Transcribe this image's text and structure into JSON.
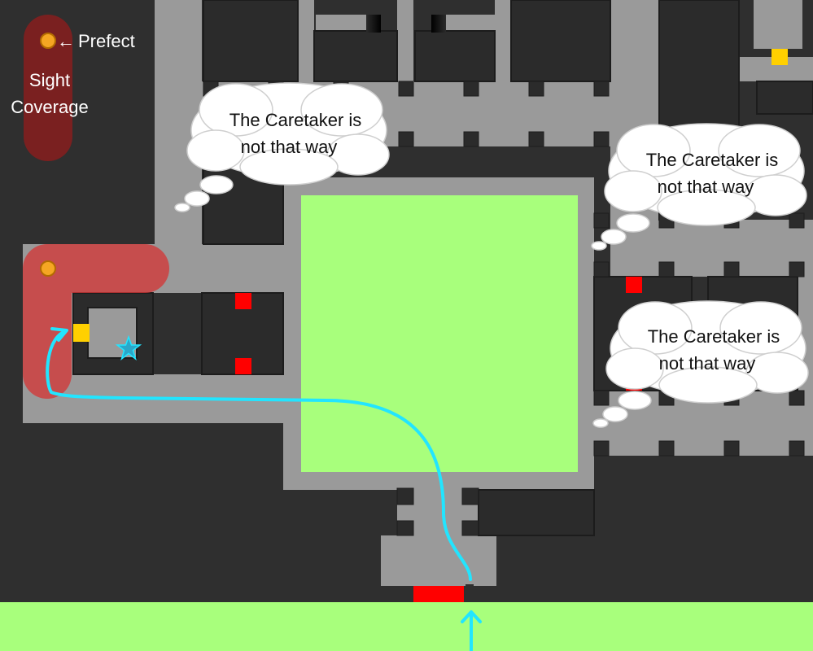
{
  "legend": {
    "prefect_label": "Prefect",
    "coverage_label_line1": "Sight",
    "coverage_label_line2": "Coverage"
  },
  "thought_bubbles": [
    {
      "line1": "The Caretaker is",
      "line2": "not that way"
    },
    {
      "line1": "The Caretaker is",
      "line2": "not that way"
    },
    {
      "line1": "The Caretaker is",
      "line2": "not that way"
    }
  ],
  "colors": {
    "background": "#2f2f2f",
    "wall": "#262626",
    "corridor": "#9a9a9a",
    "courtyard": "#a8ff7c",
    "door_red": "#ff0000",
    "door_yellow": "#ffd000",
    "path": "#22e5ff",
    "prefect": "#f5a623",
    "sight_coverage": "#c83232"
  },
  "icons": [
    "prefect-marker-icon",
    "goal-star-icon",
    "entry-arrow-icon",
    "path-arrow-icon"
  ]
}
